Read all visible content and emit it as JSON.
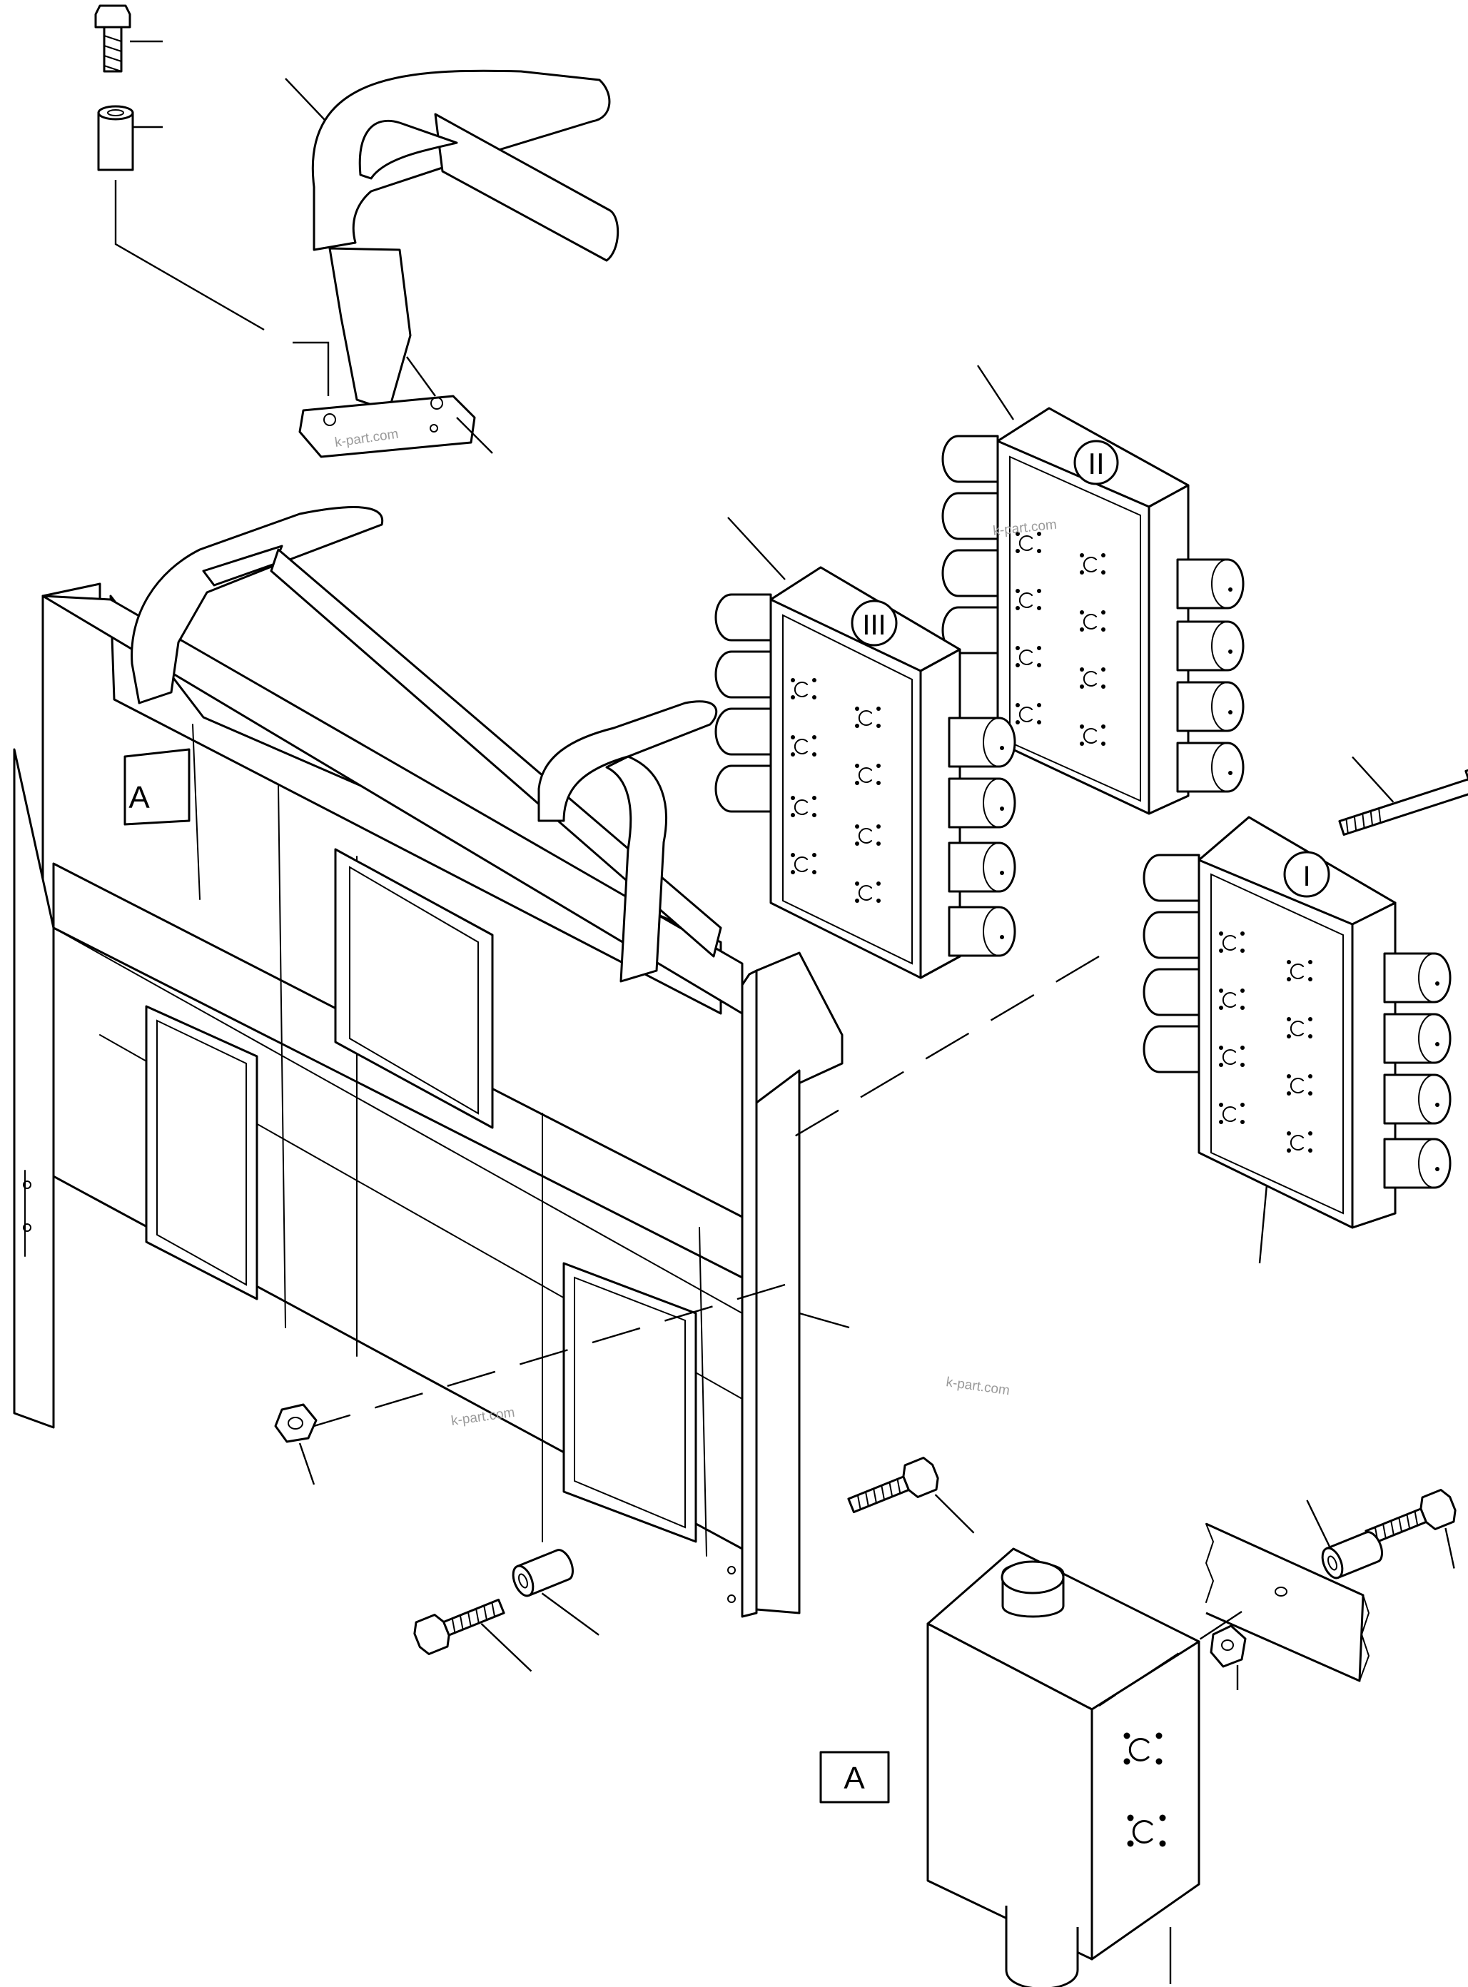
{
  "diagram": {
    "section_labels": {
      "valve_1": "I",
      "valve_2": "II",
      "valve_3": "III"
    },
    "detail_marker_on_frame": "A",
    "detail_marker_callout": "A",
    "watermarks": [
      "k-part.com",
      "k-part.com",
      "k-part.com",
      "k-part.com"
    ]
  }
}
